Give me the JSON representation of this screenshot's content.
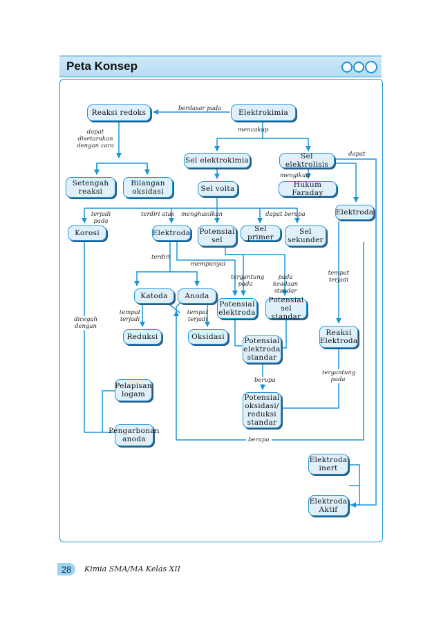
{
  "header": {
    "title": "Peta Konsep"
  },
  "nodes": {
    "reaksi_redoks": "Reaksi redoks",
    "elektrokimia": "Elektrokimia",
    "setengah_reaksi": "Setengah reaksi",
    "bilangan_oksidasi": "Bilangan oksidasi",
    "sel_elektrokimia": "Sel elektrokimia",
    "sel_elektrolisis": "Sel elektrolisis",
    "sel_volta": "Sel volta",
    "hukum_faraday": "Hukum Faraday",
    "elektroda_right": "Elektroda",
    "korosi": "Korosi",
    "elektroda_mid": "Elektroda",
    "potensial_sel": "Potensial sel",
    "sel_primer": "Sel primer",
    "sel_sekunder": "Sel sekunder",
    "katoda": "Katoda",
    "anoda": "Anoda",
    "potensial_elektroda": "Potensial elektroda",
    "potensial_sel_standar": "Potensial sel standar",
    "reduksi": "Reduksi",
    "oksidasi": "Oksidasi",
    "potensial_elektroda_standar": "Potensial elektroda standar",
    "reaksi_elektroda": "Reaksi Elektroda",
    "pelapisan_logam": "Pelapisan logam",
    "pengarbonan_anoda": "Pengarbonan anoda",
    "potensial_oksidasi_reduksi_standar": "Potensial oksidasi/ reduksi standar",
    "elektroda_inert": "Elektroda inert",
    "elektroda_aktif": "Elektroda Aktif"
  },
  "labels": {
    "berdasar_pada": "berdasar pada",
    "dapat_disetarakan": "dapat disetarakan dengan cara",
    "mencakup": "mencakup",
    "dapat": "dapat",
    "mengikuti": "mengikuti",
    "terjadi_pada": "terjadi pada",
    "terdiri_atas": "terdiri atas",
    "menghasilkan": "menghasilkan",
    "dapat_berupa": "dapat berupa",
    "terdiri": "terdiri",
    "mempunyai": "mempunyai",
    "tergantung_pada_1": "tergantung pada",
    "pada_keadaan_standar": "pada keadaan standar",
    "tempat_terjadi_right": "tempat terjadi",
    "tempat_terjadi_katoda": "tempat terjadi",
    "tempat_terjadi_anoda": "tempat terjadi",
    "dicegah_dengan": "dicegah dengan",
    "tergantung_pada_2": "tergantung pada",
    "berupa_1": "berupa",
    "berupa_2": "berupa"
  },
  "footer": {
    "page_number": "28",
    "book_title": "Kimia SMA/MA Kelas XII"
  },
  "colors": {
    "line": "#1b95d8",
    "node_fill": "#dff0fb",
    "shadow": "#2a5d86"
  }
}
